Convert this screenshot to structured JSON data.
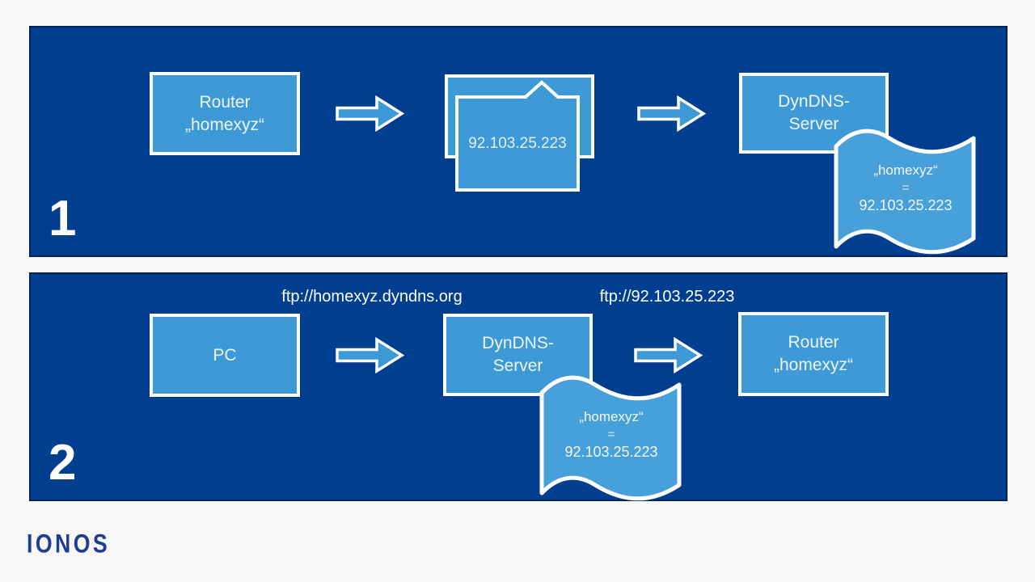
{
  "colors": {
    "background": "#f7f7f8",
    "panel_blue": "#003e8f",
    "panel_border": "#03215c",
    "box_blue": "#3e99d7",
    "flag_blue": "#47a0da",
    "outline_white": "#ffffff",
    "brand_navy": "#1e3d92"
  },
  "brand": {
    "logo_text": "IONOS"
  },
  "panel1": {
    "step_number": "1",
    "router_box": {
      "line1": "Router",
      "line2": "„homexyz“"
    },
    "ip_document": {
      "ip": "92.103.25.223"
    },
    "dyndns_box": {
      "line1": "DynDNS-",
      "line2": "Server"
    },
    "flag": {
      "name": "„homexyz“",
      "equals": "=",
      "ip": "92.103.25.223"
    }
  },
  "panel2": {
    "step_number": "2",
    "request_url": "ftp://homexyz.dyndns.org",
    "resolved_url": "ftp://92.103.25.223",
    "pc_box": {
      "line1": "PC"
    },
    "dyndns_box": {
      "line1": "DynDNS-",
      "line2": "Server"
    },
    "router_box": {
      "line1": "Router",
      "line2": "„homexyz“"
    },
    "flag": {
      "name": "„homexyz“",
      "equals": "=",
      "ip": "92.103.25.223"
    }
  }
}
